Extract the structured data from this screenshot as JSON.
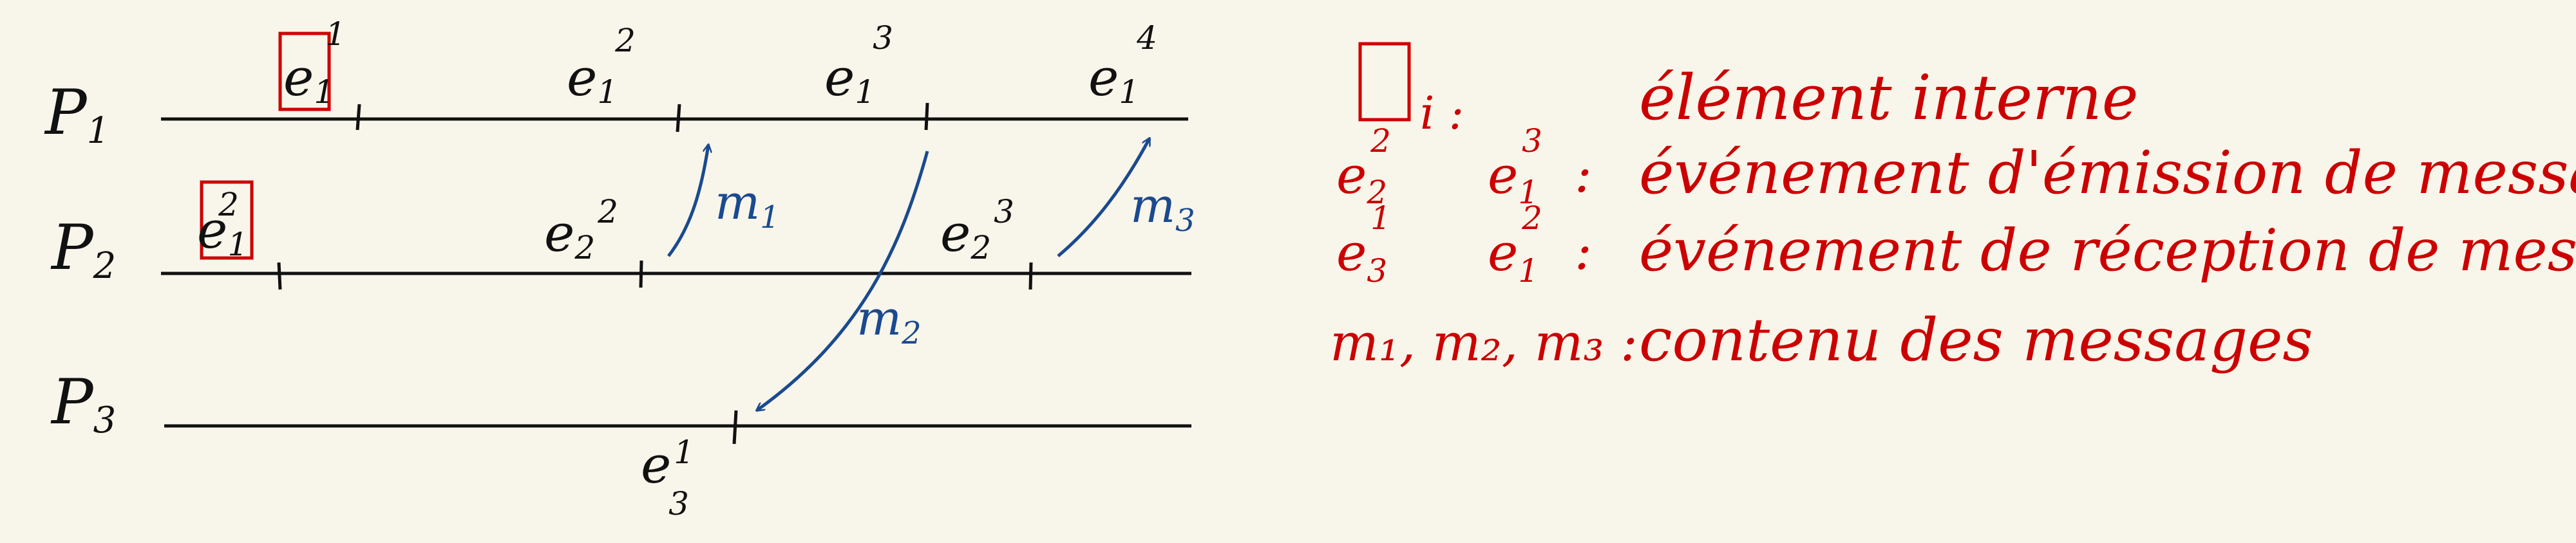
{
  "colors": {
    "background": "#f8f5ea",
    "ink": "#111111",
    "message": "#1a4a8f",
    "annotation": "#cc0000"
  },
  "processes": [
    {
      "id": "p1",
      "label": "P",
      "sub": "1"
    },
    {
      "id": "p2",
      "label": "P",
      "sub": "2"
    },
    {
      "id": "p3",
      "label": "P",
      "sub": "3"
    }
  ],
  "events": [
    {
      "id": "e11",
      "base": "e",
      "sub": "1",
      "sup": "1",
      "process": "p1",
      "boxed": true
    },
    {
      "id": "e12",
      "base": "e",
      "sub": "1",
      "sup": "2",
      "process": "p1",
      "boxed": false
    },
    {
      "id": "e13",
      "base": "e",
      "sub": "1",
      "sup": "3",
      "process": "p1",
      "boxed": false
    },
    {
      "id": "e14",
      "base": "e",
      "sub": "1",
      "sup": "4",
      "process": "p1",
      "boxed": false
    },
    {
      "id": "e21",
      "base": "e",
      "sub": "1",
      "sup": "2",
      "process": "p2",
      "boxed": true
    },
    {
      "id": "e22",
      "base": "e",
      "sub": "2",
      "sup": "2",
      "process": "p2",
      "boxed": false
    },
    {
      "id": "e23",
      "base": "e",
      "sub": "2",
      "sup": "3",
      "process": "p2",
      "boxed": false
    },
    {
      "id": "e31",
      "base": "e",
      "sub": "3",
      "sup": "1",
      "process": "p3",
      "boxed": false
    }
  ],
  "messages": [
    {
      "id": "m1",
      "base": "m",
      "sub": "1",
      "from": "p2",
      "to": "p1"
    },
    {
      "id": "m2",
      "base": "m",
      "sub": "2",
      "from": "p1",
      "to": "p3"
    },
    {
      "id": "m3",
      "base": "m",
      "sub": "3",
      "from": "p2",
      "to": "p1"
    }
  ],
  "legend": {
    "row1": {
      "symbol_suffix": "i :",
      "text": "élément interne"
    },
    "row2": {
      "a": {
        "base": "e",
        "sub": "2",
        "sup": "2"
      },
      "b": {
        "base": "e",
        "sub": "1",
        "sup": "3"
      },
      "colon": ":",
      "text": "événement d'émission de message"
    },
    "row3": {
      "a": {
        "base": "e",
        "sub": "3",
        "sup": "1"
      },
      "b": {
        "base": "e",
        "sub": "1",
        "sup": "2"
      },
      "colon": ":",
      "text": "événement de réception de message"
    },
    "row4": {
      "symbols": "m₁, m₂, m₃ :",
      "text": "contenu des messages"
    }
  }
}
